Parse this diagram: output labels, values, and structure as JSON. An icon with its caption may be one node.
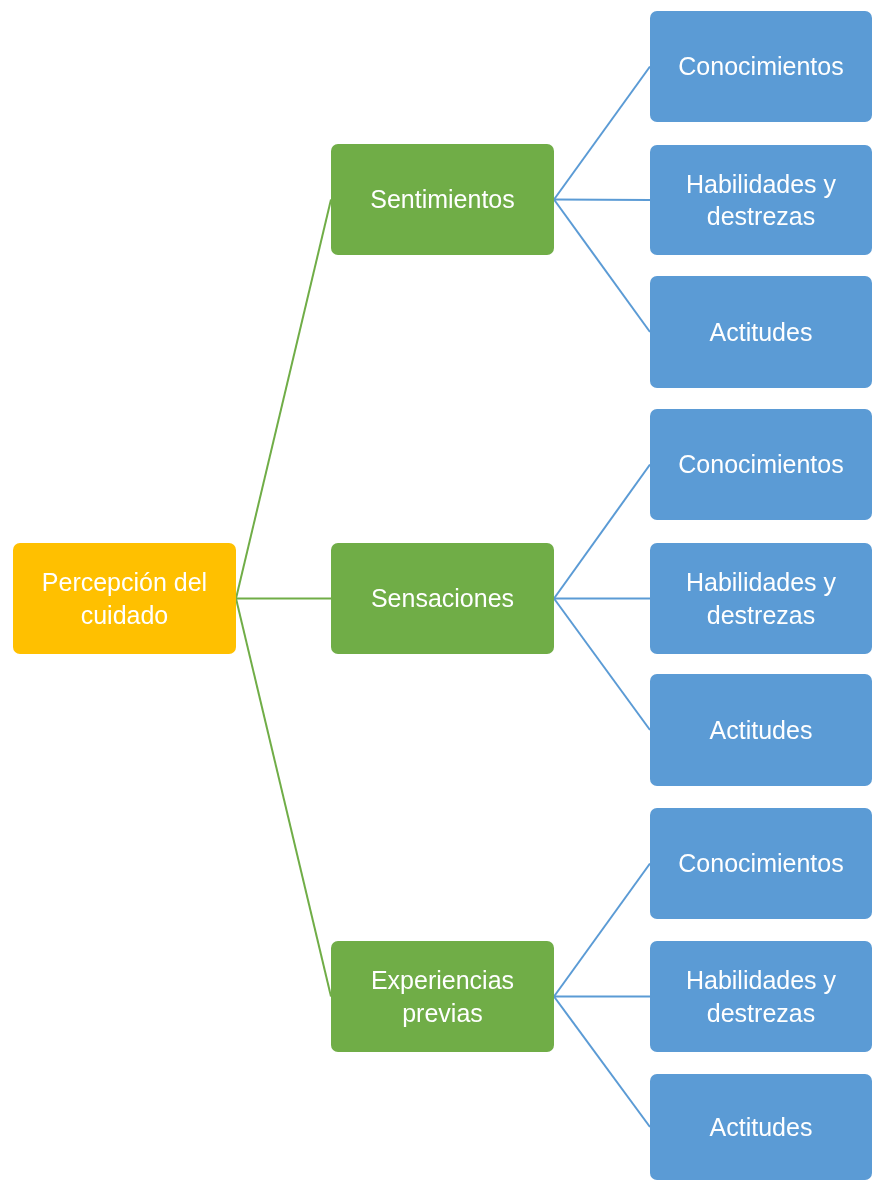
{
  "diagram": {
    "nodes": [
      {
        "text": [
          "Percepción del cuidado"
        ]
      },
      {
        "text": [
          "Sentimientos"
        ]
      },
      {
        "text": [
          "Conocimientos"
        ]
      },
      {
        "text": [
          "Habilidades y destrezas"
        ]
      },
      {
        "text": [
          "Actitudes"
        ]
      },
      {
        "text": [
          "Sensaciones"
        ]
      },
      {
        "text": [
          "Conocimientos"
        ]
      },
      {
        "text": [
          "Habilidades y destrezas"
        ]
      },
      {
        "text": [
          "Actitudes"
        ]
      },
      {
        "text": [
          "Experiencias previas"
        ]
      },
      {
        "text": [
          "Conocimientos"
        ]
      },
      {
        "text": [
          "Habilidades y destrezas"
        ]
      },
      {
        "text": [
          "Actitudes"
        ]
      }
    ],
    "edges": [
      {
        "from": 0,
        "to": 1,
        "arrow": "none",
        "color": "#70ad47"
      },
      {
        "from": 0,
        "to": 5,
        "arrow": "none",
        "color": "#70ad47"
      },
      {
        "from": 0,
        "to": 9,
        "arrow": "none",
        "color": "#70ad47"
      },
      {
        "from": 1,
        "to": 2,
        "arrow": "none"
      },
      {
        "from": 1,
        "to": 3,
        "arrow": "none"
      },
      {
        "from": 1,
        "to": 4,
        "arrow": "none"
      },
      {
        "from": 5,
        "to": 6,
        "arrow": "none"
      },
      {
        "from": 5,
        "to": 7,
        "arrow": "none"
      },
      {
        "from": 5,
        "to": 8,
        "arrow": "none"
      },
      {
        "from": 9,
        "to": 10,
        "arrow": "none"
      },
      {
        "from": 9,
        "to": 11,
        "arrow": "none"
      },
      {
        "from": 9,
        "to": 12,
        "arrow": "none"
      }
    ]
  }
}
